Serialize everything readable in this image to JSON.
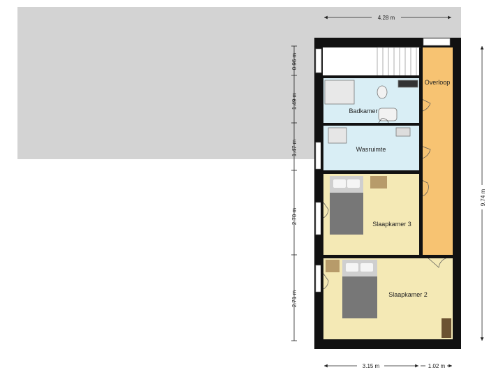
{
  "floor_plan": {
    "rooms": {
      "overloop": "Overloop",
      "badkamer": "Badkamer",
      "wasruimte": "Wasruimte",
      "slaapkamer3": "Slaapkamer 3",
      "slaapkamer2": "Slaapkamer 2"
    },
    "dimensions": {
      "top_width": "4.28 m",
      "total_height": "9.74 m",
      "seg_096": "0.96 m",
      "seg_149": "1.49 m",
      "seg_147": "1.47 m",
      "seg_270": "2.70 m",
      "seg_271": "2.71 m",
      "bottom_left": "3.15 m",
      "bottom_right": "1.02 m"
    },
    "colors": {
      "roof_area": "#d3d3d3",
      "wall": "#111111",
      "bathroom": "#d9eef5",
      "bedroom": "#f4e9b5",
      "landing": "#f7c372",
      "stairs": "#ffffff"
    }
  }
}
